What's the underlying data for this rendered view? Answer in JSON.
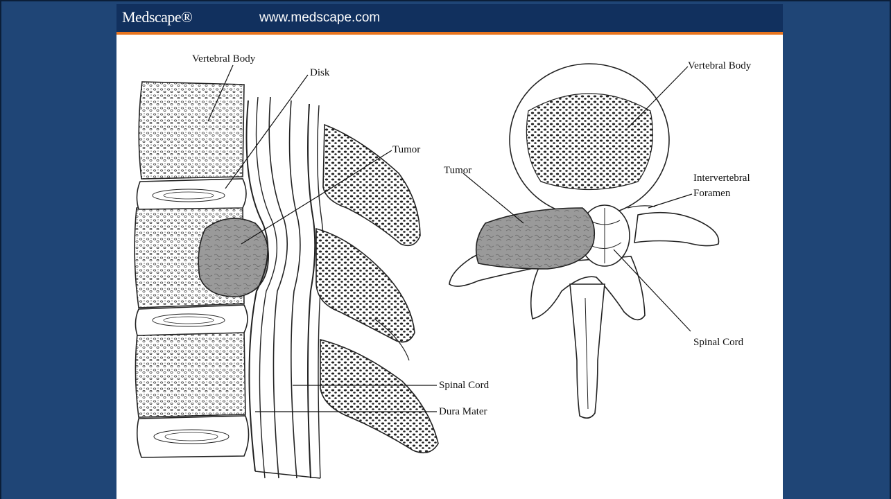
{
  "header": {
    "logo_text": "Medscape®",
    "url": "www.medscape.com"
  },
  "colors": {
    "background": "#1f4576",
    "banner": "#11305e",
    "banner_rule": "#e8741e",
    "tumor_fill": "#9a9a9a"
  },
  "figure": {
    "left_view": {
      "labels": {
        "vertebral_body": "Vertebral Body",
        "disk": "Disk",
        "tumor": "Tumor",
        "spinal_cord": "Spinal Cord",
        "dura_mater": "Dura Mater"
      }
    },
    "right_view": {
      "labels": {
        "vertebral_body": "Vertebral Body",
        "tumor": "Tumor",
        "intervertebral_line1": "Intervertebral",
        "intervertebral_line2": "Foramen",
        "spinal_cord": "Spinal Cord"
      }
    }
  }
}
